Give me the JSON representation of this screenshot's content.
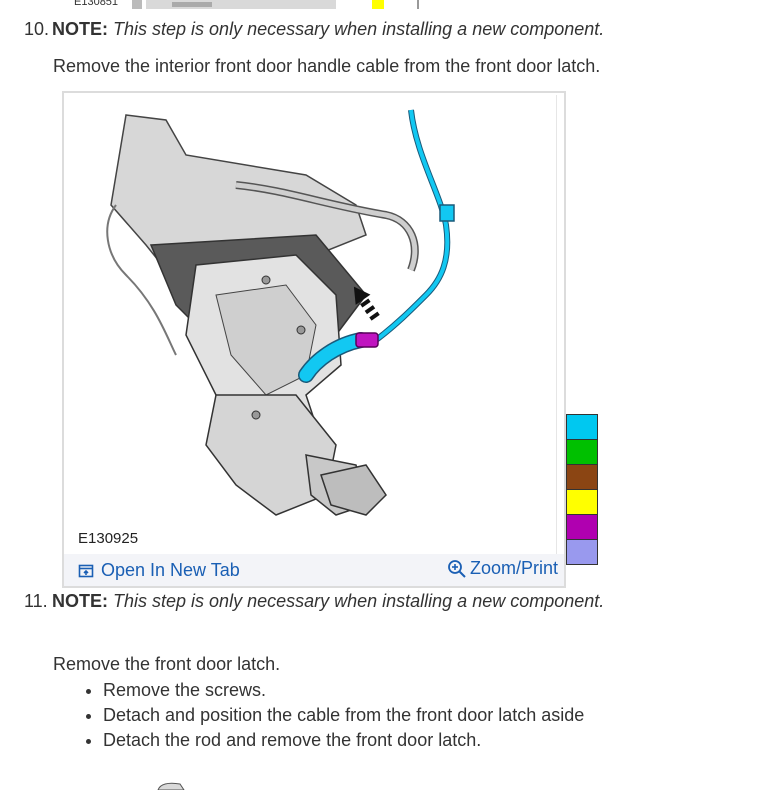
{
  "previous_figure": {
    "code": "E130851"
  },
  "step10": {
    "number": "10.",
    "note_label": "NOTE:",
    "note_text": "This step is only necessary when installing a new component.",
    "instruction": "Remove the interior front door handle cable from the front door latch."
  },
  "figure": {
    "code": "E130925",
    "open_tab_label": "Open In New Tab",
    "zoom_label": "Zoom/Print",
    "open_icon": "open-in-new-tab-icon",
    "zoom_icon": "magnifier-plus-icon"
  },
  "color_legend": [
    "#00c8f0",
    "#00c000",
    "#8b4513",
    "#ffff00",
    "#b000b0",
    "#9999ee"
  ],
  "step11": {
    "number": "11.",
    "note_label": "NOTE:",
    "note_text": "This step is only necessary when installing a new component.",
    "instruction": "Remove the front door latch.",
    "substeps": [
      "Remove the screws.",
      "Detach and position the cable from the front door latch aside",
      "Detach the rod and remove the front door latch."
    ]
  }
}
